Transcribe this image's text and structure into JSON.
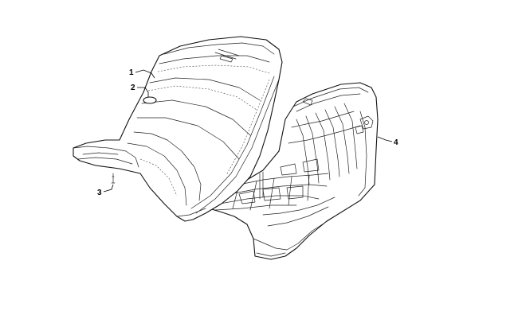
{
  "callouts": {
    "seat": "1",
    "badge": "2",
    "fastener": "3",
    "seat_base": "4"
  }
}
